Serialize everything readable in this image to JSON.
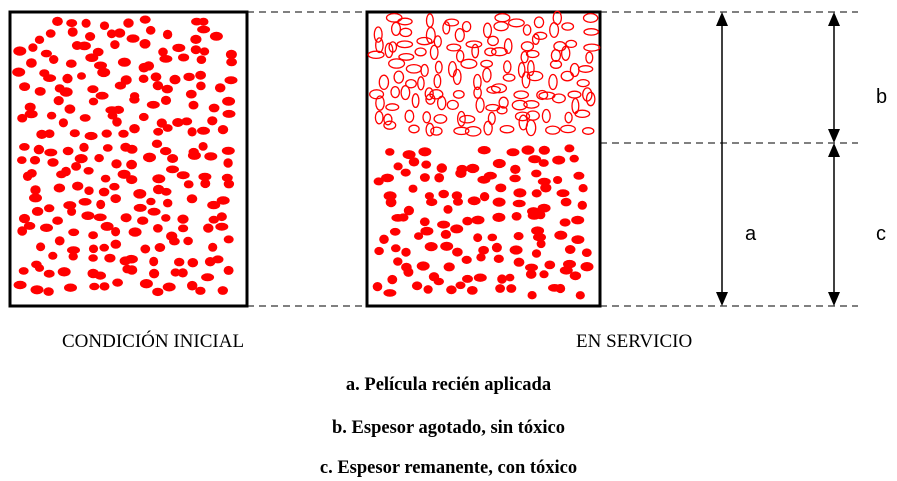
{
  "captions": {
    "left": "CONDICIÓN INICIAL",
    "right": "EN SERVICIO"
  },
  "dimension_labels": {
    "a": "a",
    "b": "b",
    "c": "c"
  },
  "legend": {
    "a": "a. Película recién aplicada",
    "b": "b. Espesor agotado, sin tóxico",
    "c": "c. Espesor remanente, con tóxico"
  },
  "colors": {
    "particle": "#ff0000",
    "line": "#000000",
    "background": "#ffffff"
  }
}
